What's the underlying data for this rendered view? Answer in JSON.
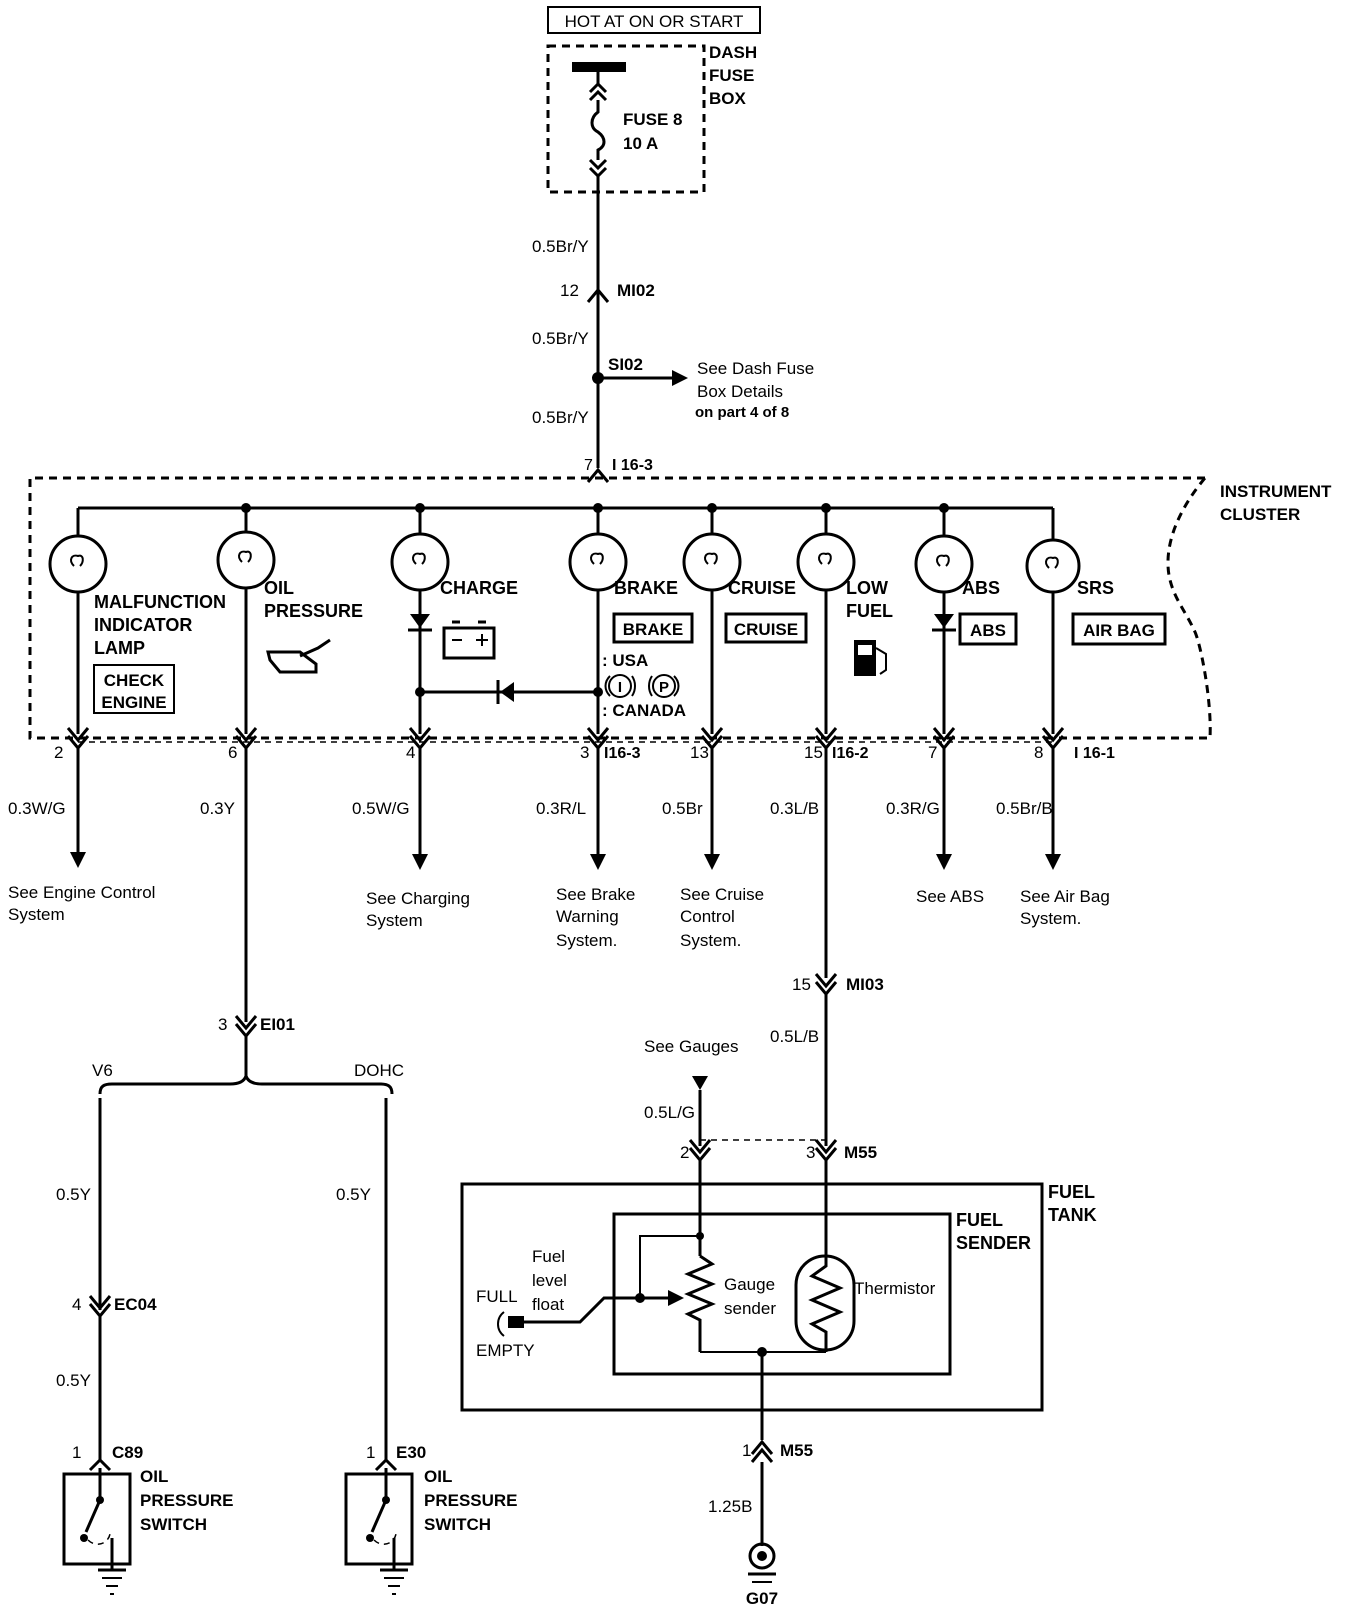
{
  "power_source": "HOT AT ON OR START",
  "fuse_box": {
    "l1": "DASH",
    "l2": "FUSE",
    "l3": "BOX",
    "fuse": "FUSE 8",
    "rating": "10 A"
  },
  "feed": {
    "wire_a": "0.5Br/Y",
    "pin_mi02": "12",
    "conn_mi02": "MI02",
    "wire_b": "0.5Br/Y",
    "splice": "SI02",
    "see_l1": "See Dash Fuse",
    "see_l2": "Box Details",
    "see_l3": "on part 4 of 8",
    "wire_c": "0.5Br/Y",
    "pin_top": "7",
    "conn_top": "I 16-3"
  },
  "cluster": {
    "l1": "INSTRUMENT",
    "l2": "CLUSTER"
  },
  "lamps": {
    "mil": {
      "l1": "MALFUNCTION",
      "l2": "INDICATOR",
      "l3": "LAMP",
      "box1": "CHECK",
      "box2": "ENGINE"
    },
    "oil": {
      "l1": "OIL",
      "l2": "PRESSURE"
    },
    "charge": {
      "l1": "CHARGE"
    },
    "brake": {
      "l1": "BRAKE",
      "box": "BRAKE",
      "usa": ": USA",
      "canada": ": CANADA",
      "sym1": "I",
      "sym2": "P"
    },
    "cruise": {
      "l1": "CRUISE",
      "box": "CRUISE"
    },
    "lowfuel": {
      "l1": "LOW",
      "l2": "FUEL"
    },
    "abs": {
      "l1": "ABS",
      "box": "ABS"
    },
    "srs": {
      "l1": "SRS",
      "box": "AIR BAG"
    }
  },
  "outputs": {
    "mil": {
      "pin": "2",
      "wire": "0.3W/G",
      "see1": "See Engine Control",
      "see2": "System"
    },
    "oil": {
      "pin": "6",
      "wire": "0.3Y"
    },
    "charge": {
      "pin": "4",
      "wire": "0.5W/G",
      "see1": "See Charging",
      "see2": "System"
    },
    "brake": {
      "pin": "3",
      "conn": "I16-3",
      "wire": "0.3R/L",
      "see1": "See Brake",
      "see2": "Warning",
      "see3": "System."
    },
    "cruise": {
      "pin": "13",
      "wire": "0.5Br",
      "see1": "See Cruise",
      "see2": "Control",
      "see3": "System."
    },
    "lowfuel": {
      "pin": "15",
      "conn": "I16-2",
      "wire": "0.3L/B"
    },
    "abs": {
      "pin": "7",
      "wire": "0.3R/G",
      "see1": "See ABS"
    },
    "srs": {
      "pin": "8",
      "conn": "I 16-1",
      "wire": "0.5Br/B",
      "see1": "See Air Bag",
      "see2": "System."
    }
  },
  "oil_circuit": {
    "pin_ei01": "3",
    "conn_ei01": "EI01",
    "v6": "V6",
    "dohc": "DOHC",
    "wire_v6": "0.5Y",
    "pin_ec04": "4",
    "conn_ec04": "EC04",
    "wire_v6b": "0.5Y",
    "pin_c89": "1",
    "conn_c89": "C89",
    "wire_dohc": "0.5Y",
    "pin_e30": "1",
    "conn_e30": "E30",
    "sw_l1": "OIL",
    "sw_l2": "PRESSURE",
    "sw_l3": "SWITCH"
  },
  "fuel_circuit": {
    "pin_mi03": "15",
    "conn_mi03": "MI03",
    "wire_lb": "0.5L/B",
    "see_gauges": "See Gauges",
    "wire_lg": "0.5L/G",
    "pin2": "2",
    "pin3": "3",
    "conn_m55": "M55",
    "tank1": "FUEL",
    "tank2": "TANK",
    "sender1": "FUEL",
    "sender2": "SENDER",
    "float1": "Fuel",
    "float2": "level",
    "float3": "float",
    "full": "FULL",
    "empty": "EMPTY",
    "gauge1": "Gauge",
    "gauge2": "sender",
    "thermistor": "Thermistor",
    "pin1": "1",
    "conn_m55b": "M55",
    "wire_gnd": "1.25B",
    "ground": "G07"
  }
}
